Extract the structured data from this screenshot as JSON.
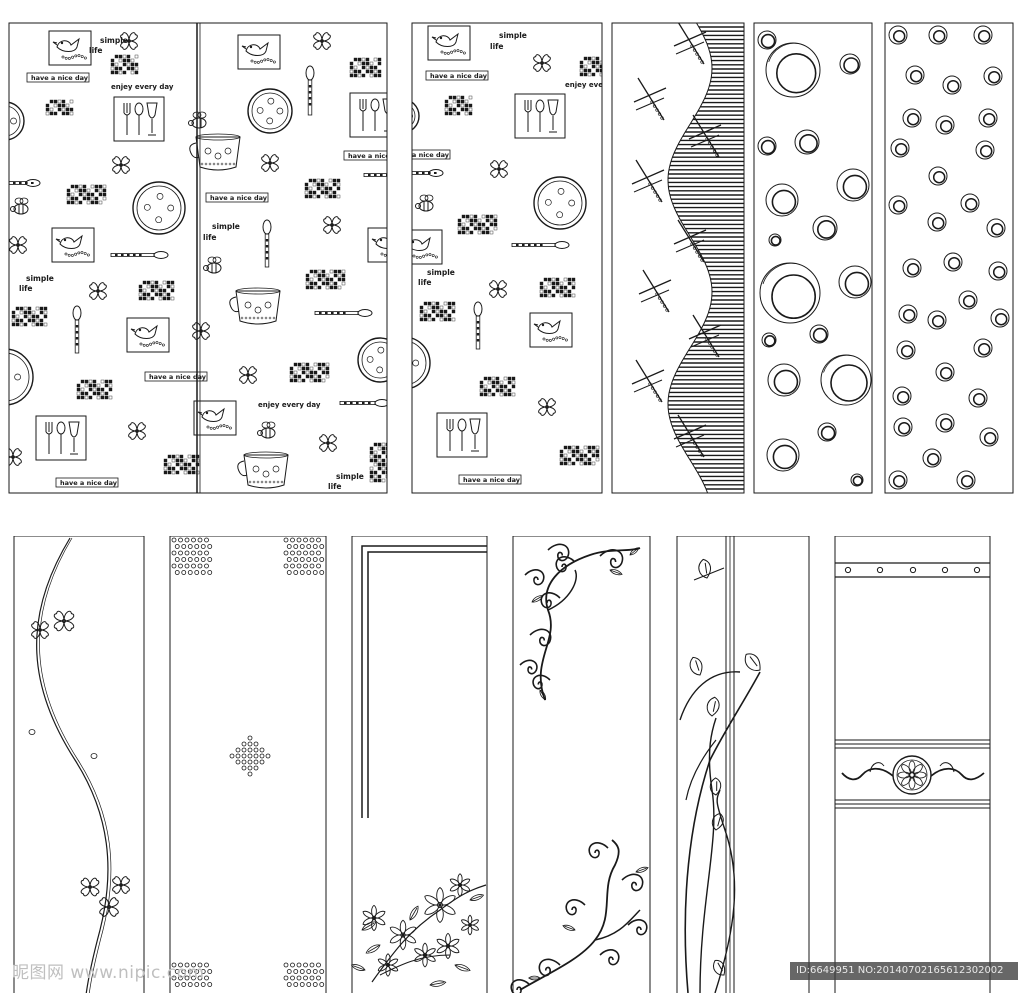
{
  "texts": {
    "simple": "simple",
    "life": "life",
    "nice_day": "have a nice day",
    "enjoy": "enjey every day",
    "nice_cut": "have a nice"
  },
  "watermark": {
    "left": "昵图网 www.nipic.com",
    "right": "ID:6649951 NO:20140702165612302002"
  },
  "colors": {
    "line": "#1a1a1a",
    "background": "#ffffff",
    "watermark": "#bfbfbf"
  }
}
